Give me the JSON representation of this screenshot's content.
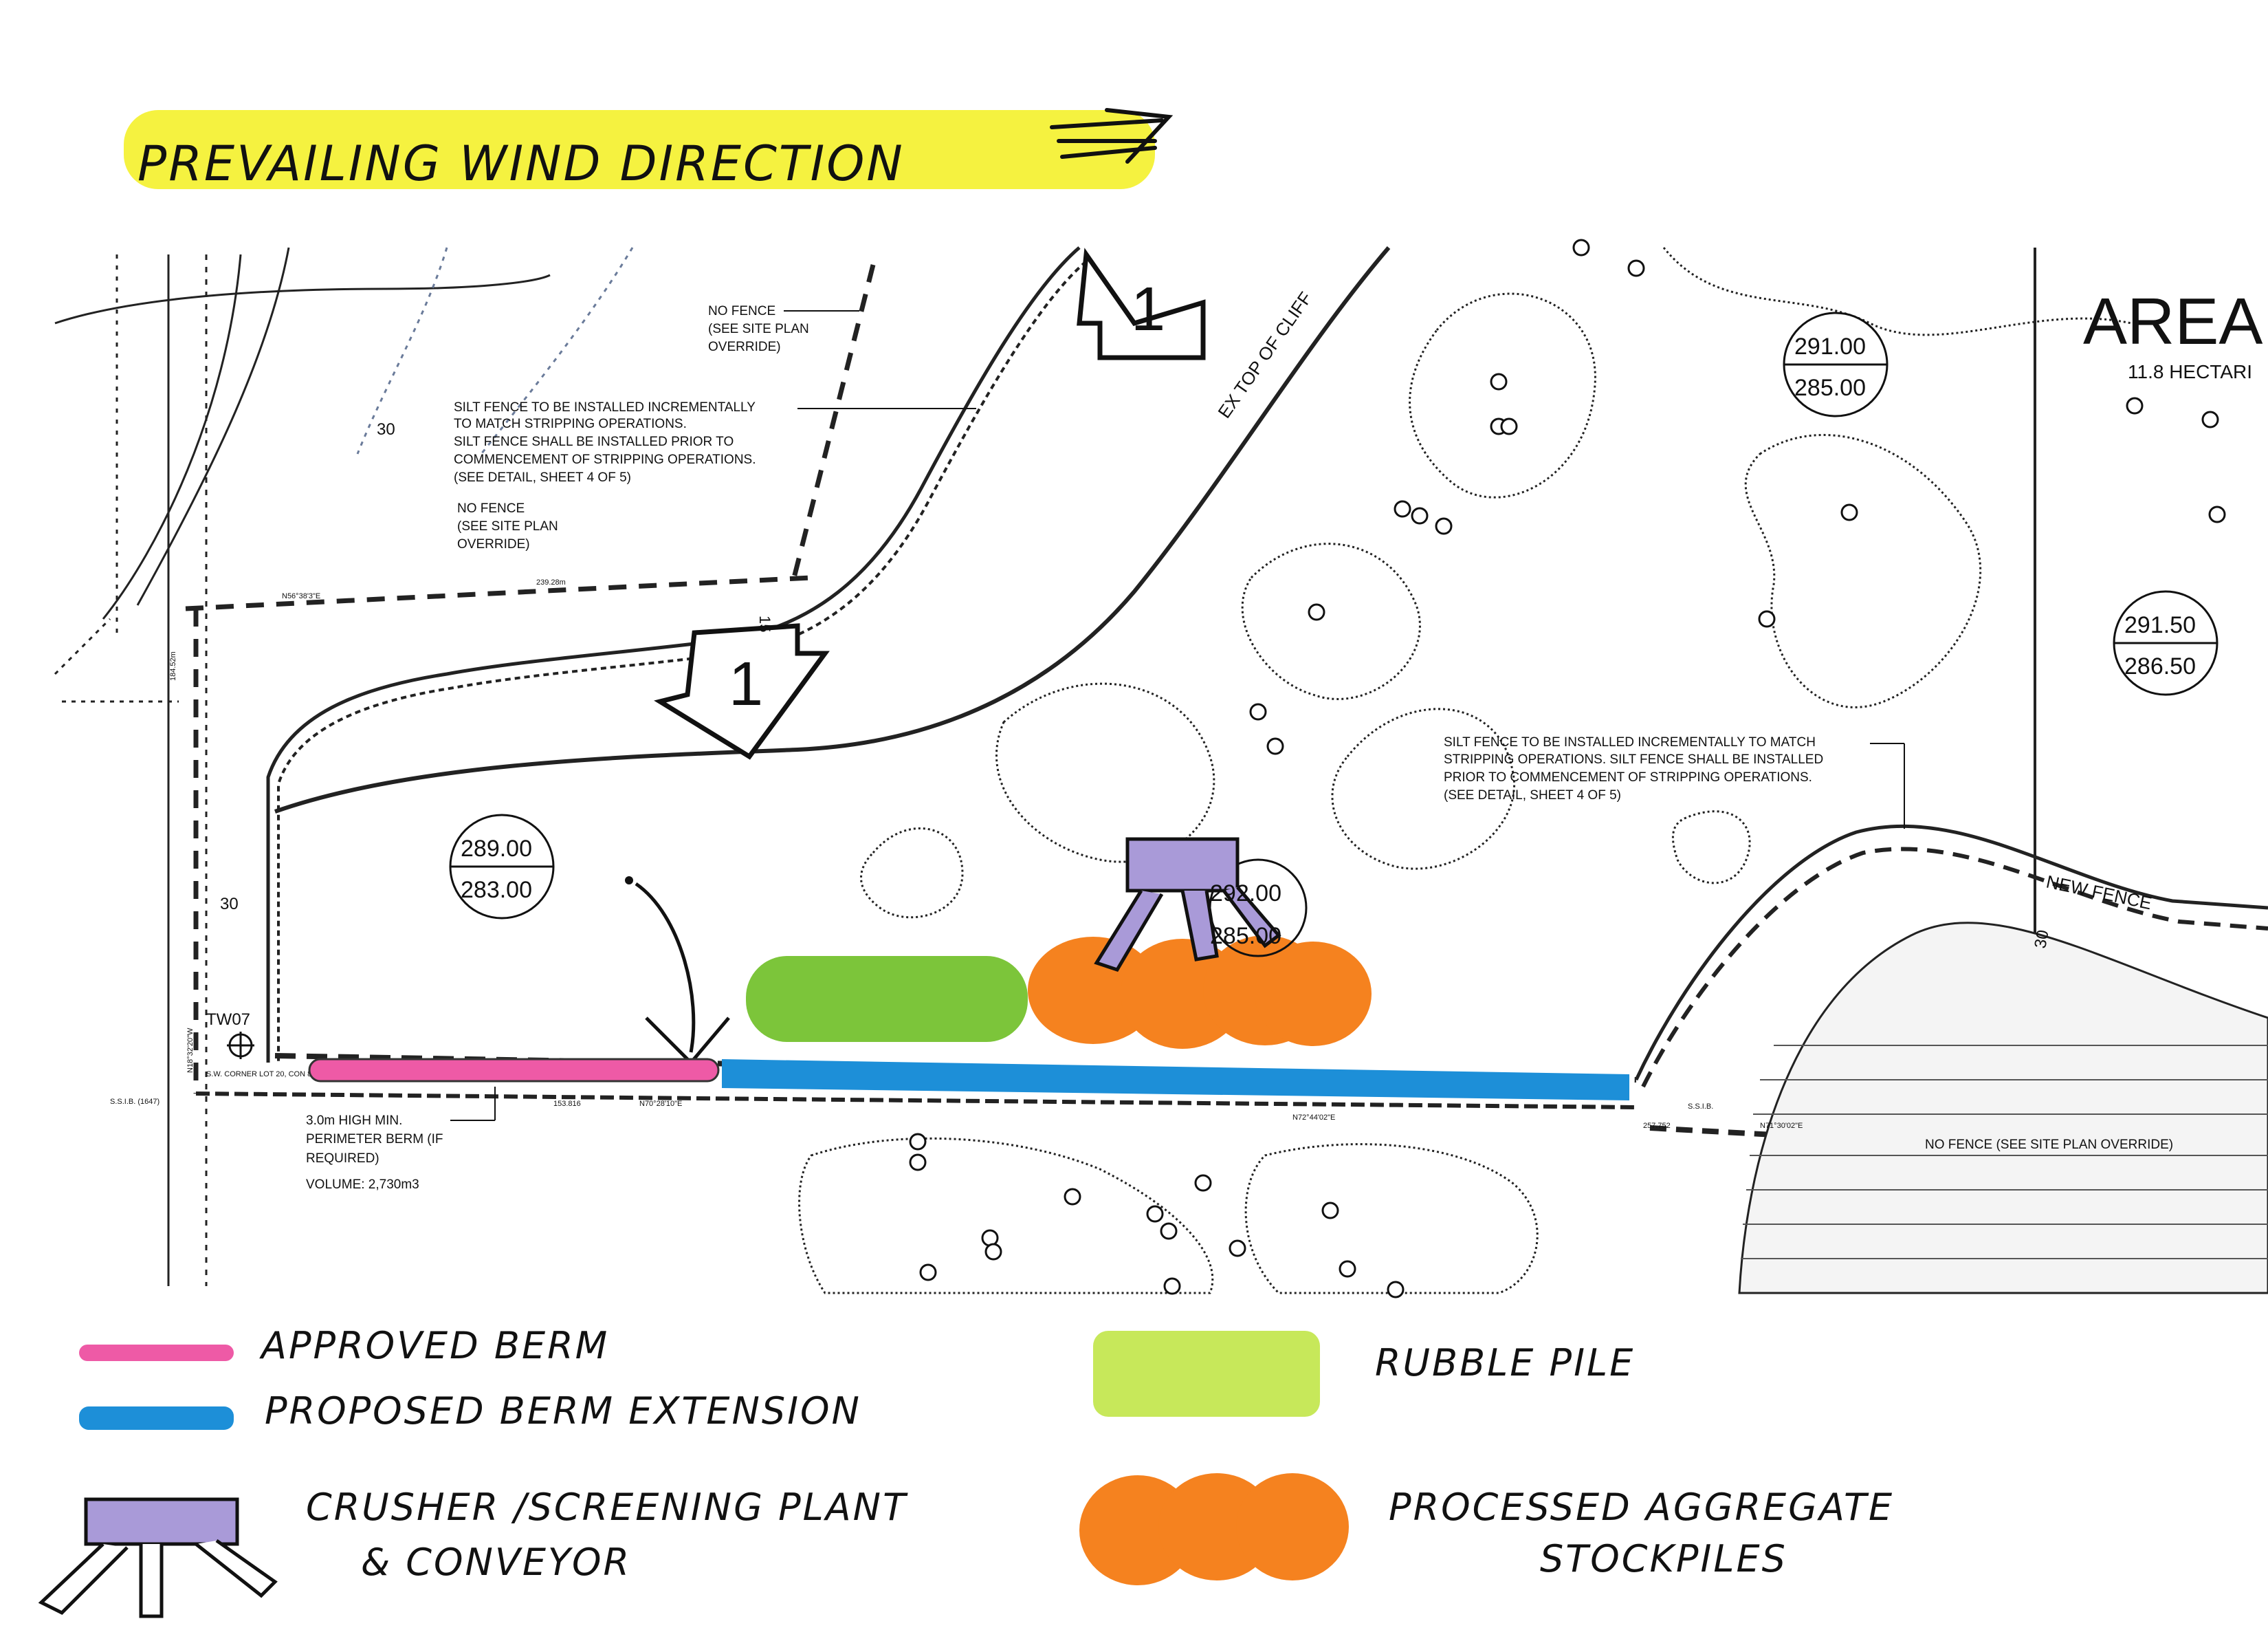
{
  "header": {
    "wind_label": "PREVAILING WIND DIRECTION",
    "arrow_icon": "triple-arrow-right-icon",
    "highlight_color": "#f3f01e"
  },
  "area": {
    "title": "AREA",
    "subtitle": "11.8 HECTARI"
  },
  "markers": {
    "phase_label": "1",
    "phase_label_2": "1"
  },
  "elevations": [
    {
      "top": "291.00",
      "bottom": "285.00"
    },
    {
      "top": "291.50",
      "bottom": "286.50"
    },
    {
      "top": "289.00",
      "bottom": "283.00"
    },
    {
      "top": "292.00",
      "bottom": "285.00"
    }
  ],
  "notes": {
    "no_fence_1": [
      "NO FENCE",
      "(SEE SITE PLAN",
      "OVERRIDE)"
    ],
    "silt_fence_1": [
      "SILT FENCE TO BE INSTALLED INCREMENTALLY",
      "TO MATCH STRIPPING OPERATIONS.",
      "SILT FENCE SHALL BE INSTALLED PRIOR TO",
      "COMMENCEMENT OF STRIPPING OPERATIONS.",
      "(SEE DETAIL, SHEET 4 OF 5)"
    ],
    "no_fence_2": [
      "NO FENCE",
      "(SEE SITE PLAN",
      "OVERRIDE)"
    ],
    "silt_fence_2": [
      "SILT FENCE TO BE INSTALLED INCREMENTALLY TO MATCH",
      "STRIPPING OPERATIONS.  SILT FENCE SHALL BE INSTALLED",
      "PRIOR TO COMMENCEMENT OF STRIPPING OPERATIONS.",
      "(SEE DETAIL, SHEET 4 OF 5)"
    ],
    "berm": [
      "3.0m HIGH MIN.",
      "PERIMETER BERM (IF",
      "REQUIRED)",
      "VOLUME: 2,730m3"
    ],
    "no_fence_bottom": "NO FENCE (SEE SITE PLAN OVERRIDE)",
    "ex_top_of_cliff": "EX TOP OF CLIFF",
    "new_fence": "NEW FENCE",
    "tw07": "TW07",
    "dim_30_a": "30",
    "dim_30_b": "30",
    "dim_30_c": "30",
    "dim_15": "15",
    "ssib_left": "S.S.I.B. (1647)",
    "ssib_right": "S.S.I.B.",
    "sw_corner": "S.W. CORNER LOT 20, CON 8",
    "small_bearing_1": "N56°38'3\"E",
    "small_dist_1": "239.28m",
    "small_bearing_2": "N70°28'10\"E",
    "small_dist_2": "153.816",
    "small_bearing_3": "N72°44'02\"E",
    "small_dist_3": "257.752",
    "small_bearing_4": "N71°30'02\"E",
    "small_vert_1": "184.52m",
    "small_vert_2": "N18°32'20\"W"
  },
  "legend": {
    "approved_berm": "APPROVED BERM",
    "proposed_berm": "PROPOSED BERM EXTENSION",
    "rubble_pile": "RUBBLE PILE",
    "crusher": [
      "CRUSHER /SCREENING PLANT",
      "& CONVEYOR"
    ],
    "aggregate": [
      "PROCESSED AGGREGATE",
      "STOCKPILES"
    ]
  },
  "colors": {
    "approved_berm": "#ee5aa6",
    "proposed_berm": "#1d8fd8",
    "rubble_pile": "#7cc53a",
    "rubble_legend": "#c7e85a",
    "aggregate": "#f5821f",
    "crusher": "#a99ad8",
    "linework": "#222222"
  }
}
